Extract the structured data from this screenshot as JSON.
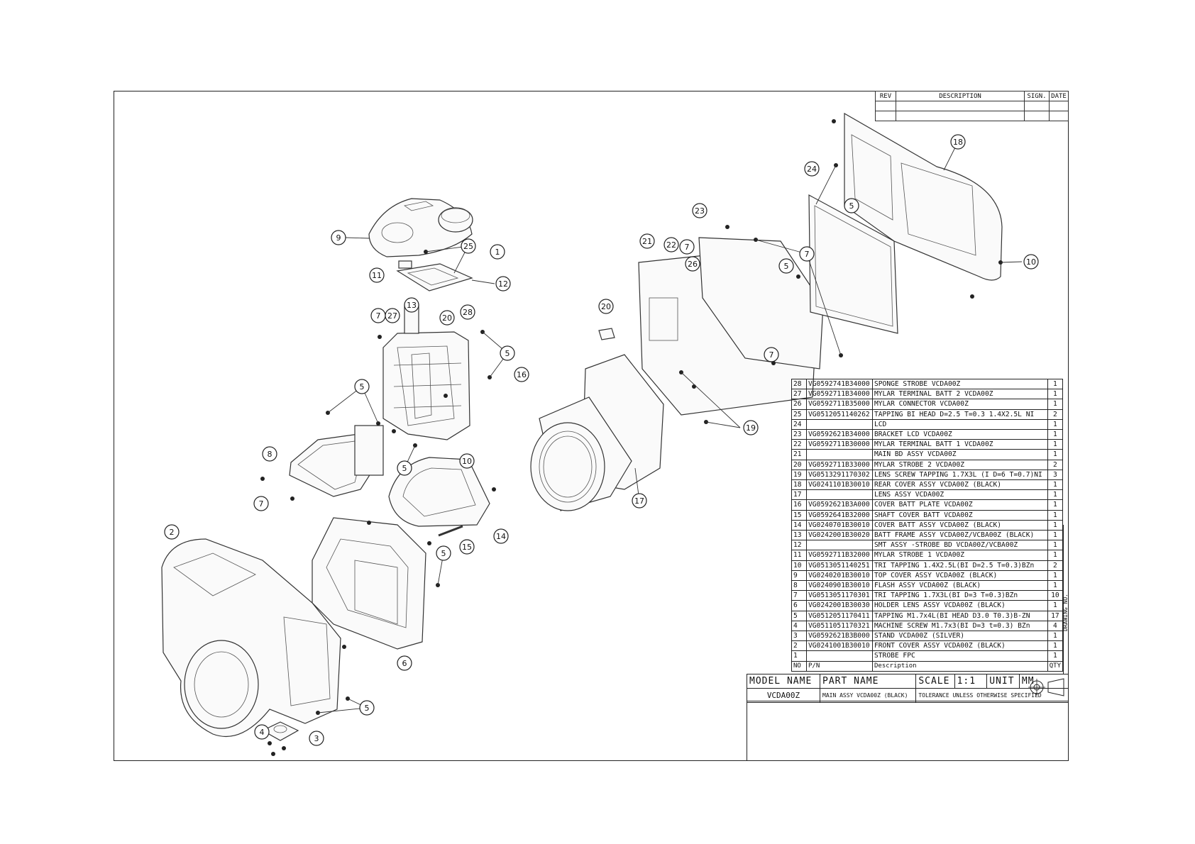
{
  "revision_block": {
    "headers": [
      "REV",
      "DESCRIPTION",
      "SIGN.",
      "DATE"
    ]
  },
  "callouts": [
    {
      "label": "1"
    },
    {
      "label": "2"
    },
    {
      "label": "3"
    },
    {
      "label": "4"
    },
    {
      "label": "5"
    },
    {
      "label": "5"
    },
    {
      "label": "5"
    },
    {
      "label": "5"
    },
    {
      "label": "5"
    },
    {
      "label": "5"
    },
    {
      "label": "5"
    },
    {
      "label": "6"
    },
    {
      "label": "7"
    },
    {
      "label": "7"
    },
    {
      "label": "7"
    },
    {
      "label": "7"
    },
    {
      "label": "7"
    },
    {
      "label": "8"
    },
    {
      "label": "9"
    },
    {
      "label": "10"
    },
    {
      "label": "10"
    },
    {
      "label": "11"
    },
    {
      "label": "12"
    },
    {
      "label": "13"
    },
    {
      "label": "14"
    },
    {
      "label": "15"
    },
    {
      "label": "16"
    },
    {
      "label": "17"
    },
    {
      "label": "18"
    },
    {
      "label": "19"
    },
    {
      "label": "20"
    },
    {
      "label": "20"
    },
    {
      "label": "21"
    },
    {
      "label": "22"
    },
    {
      "label": "23"
    },
    {
      "label": "24"
    },
    {
      "label": "25"
    },
    {
      "label": "26"
    },
    {
      "label": "27"
    },
    {
      "label": "28"
    }
  ],
  "bom": {
    "rows": [
      {
        "no": "28",
        "pn": "VG0592741B34000",
        "desc": "SPONGE STROBE VCDA00Z",
        "qty": "1"
      },
      {
        "no": "27",
        "pn": "VG0592711B34000",
        "desc": "MYLAR TERMINAL BATT 2 VCDA00Z",
        "qty": "1"
      },
      {
        "no": "26",
        "pn": "VG0592711B35000",
        "desc": "MYLAR CONNECTOR VCDA00Z",
        "qty": "1"
      },
      {
        "no": "25",
        "pn": "VG0512051140262",
        "desc": "TAPPING BI HEAD D=2.5 T=0.3 1.4X2.5L NI",
        "qty": "2"
      },
      {
        "no": "24",
        "pn": "",
        "desc": "LCD",
        "qty": "1"
      },
      {
        "no": "23",
        "pn": "VG0592621B34000",
        "desc": "BRACKET LCD VCDA00Z",
        "qty": "1"
      },
      {
        "no": "22",
        "pn": "VG0592711B30000",
        "desc": "MYLAR TERMINAL BATT 1 VCDA00Z",
        "qty": "1"
      },
      {
        "no": "21",
        "pn": "",
        "desc": "MAIN BD ASSY VCDA00Z",
        "qty": "1"
      },
      {
        "no": "20",
        "pn": "VG0592711B33000",
        "desc": "MYLAR STROBE 2 VCDA00Z",
        "qty": "2"
      },
      {
        "no": "19",
        "pn": "VG0513291170302",
        "desc": "LENS SCREW TAPPING 1.7X3L (I D=6 T=0.7)NI",
        "qty": "3"
      },
      {
        "no": "18",
        "pn": "VG0241101B30010",
        "desc": "REAR COVER ASSY VCDA00Z (BLACK)",
        "qty": "1"
      },
      {
        "no": "17",
        "pn": "",
        "desc": "LENS ASSY VCDA00Z",
        "qty": "1"
      },
      {
        "no": "16",
        "pn": "VG0592621B3A000",
        "desc": "COVER BATT PLATE VCDA00Z",
        "qty": "1"
      },
      {
        "no": "15",
        "pn": "VG0592641B32000",
        "desc": "SHAFT COVER BATT VCDA00Z",
        "qty": "1"
      },
      {
        "no": "14",
        "pn": "VG0240701B30010",
        "desc": "COVER BATT ASSY VCDA00Z (BLACK)",
        "qty": "1"
      },
      {
        "no": "13",
        "pn": "VG0242001B30020",
        "desc": "BATT FRAME ASSY VCDA00Z/VCBA00Z (BLACK)",
        "qty": "1"
      },
      {
        "no": "12",
        "pn": "",
        "desc": "SMT ASSY -STROBE BD VCDA00Z/VCBA00Z",
        "qty": "1"
      },
      {
        "no": "11",
        "pn": "VG0592711B32000",
        "desc": "MYLAR STROBE 1 VCDA00Z",
        "qty": "1"
      },
      {
        "no": "10",
        "pn": "VG0513051140251",
        "desc": "TRI TAPPING 1.4X2.5L(BI D=2.5 T=0.3)BZn",
        "qty": "2"
      },
      {
        "no": "9",
        "pn": "VG0240201B30010",
        "desc": "TOP COVER ASSY VCDA00Z (BLACK)",
        "qty": "1"
      },
      {
        "no": "8",
        "pn": "VG0240901B30010",
        "desc": "FLASH ASSY VCDA00Z (BLACK)",
        "qty": "1"
      },
      {
        "no": "7",
        "pn": "VG0513051170301",
        "desc": "TRI TAPPING 1.7X3L(BI D=3 T=0.3)BZn",
        "qty": "10"
      },
      {
        "no": "6",
        "pn": "VG0242001B30030",
        "desc": "HOLDER LENS ASSY VCDA00Z (BLACK)",
        "qty": "1"
      },
      {
        "no": "5",
        "pn": "VG0512051170411",
        "desc": "TAPPING M1.7x4L(BI HEAD D3.0 T0.3)B-ZN",
        "qty": "17"
      },
      {
        "no": "4",
        "pn": "VG0511051170321",
        "desc": "MACHINE SCREW M1.7x3(BI D=3 t=0.3) BZn",
        "qty": "4"
      },
      {
        "no": "3",
        "pn": "VG0592621B3B000",
        "desc": "STAND VCDA00Z (SILVER)",
        "qty": "1"
      },
      {
        "no": "2",
        "pn": "VG0241001B30010",
        "desc": "FRONT COVER ASSY VCDA00Z (BLACK)",
        "qty": "1"
      },
      {
        "no": "1",
        "pn": "",
        "desc": "STROBE FPC",
        "qty": "1"
      }
    ],
    "header": {
      "no": "NO",
      "pn": "P/N",
      "desc": "Description",
      "qty": "QTY"
    },
    "drawing_no_label": "DRAWING NO."
  },
  "title_block": {
    "model_name_label": "MODEL NAME",
    "part_name_label": "PART NAME",
    "scale_label": "SCALE",
    "scale_value": "1:1",
    "unit_label": "UNIT",
    "unit_value": "MM",
    "model_name_value": "VCDA00Z",
    "part_name_value": "MAIN ASSY VCDA00Z (BLACK)",
    "tolerance_note": "TOLERANCE UNLESS OTHERWISE SPECIFIED"
  }
}
